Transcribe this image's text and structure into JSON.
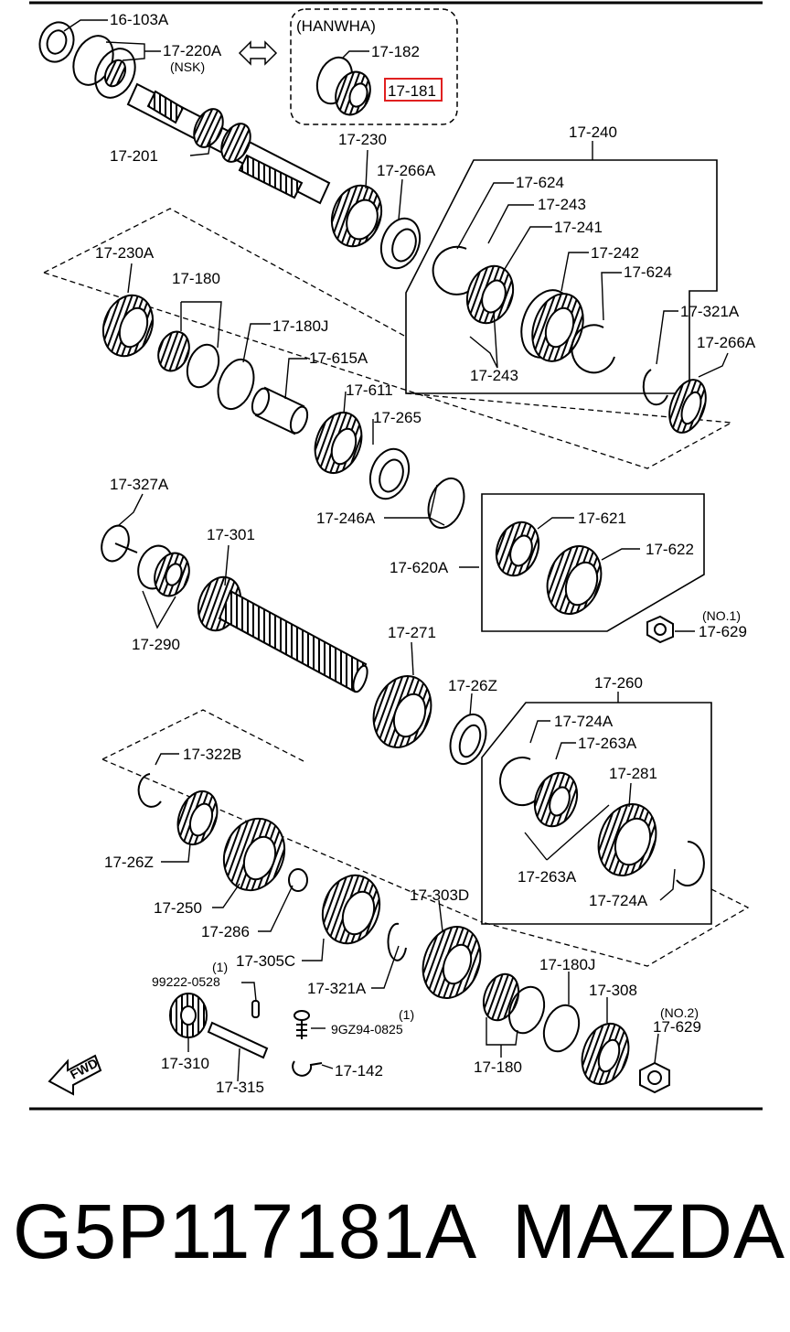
{
  "caption": {
    "part_number": "G5P117181A",
    "brand": "MAZDA"
  },
  "highlight": {
    "part": "17-181",
    "color": "#e02020"
  },
  "groups": {
    "hanwha": "(HANWHA)",
    "nsk": "(NSK)",
    "no1": "(NO.1)",
    "no2": "(NO.2)",
    "qty1": "(1)"
  },
  "fwd": "FWD",
  "labels": {
    "p16_103A": "16-103A",
    "p17_220A": "17-220A",
    "p17_182": "17-182",
    "p17_181": "17-181",
    "p17_201": "17-201",
    "p17_230": "17-230",
    "p17_266A": "17-266A",
    "p17_240": "17-240",
    "p17_624a": "17-624",
    "p17_243a": "17-243",
    "p17_241": "17-241",
    "p17_242": "17-242",
    "p17_624b": "17-624",
    "p17_243b": "17-243",
    "p17_230A": "17-230A",
    "p17_180a": "17-180",
    "p17_180Ja": "17-180J",
    "p17_615A": "17-615A",
    "p17_611": "17-611",
    "p17_265": "17-265",
    "p17_321Aa": "17-321A",
    "p17_266Ab": "17-266A",
    "p17_246A": "17-246A",
    "p17_327A": "17-327A",
    "p17_301": "17-301",
    "p17_290": "17-290",
    "p17_621": "17-621",
    "p17_622": "17-622",
    "p17_620A": "17-620A",
    "p17_629a": "17-629",
    "p17_271": "17-271",
    "p17_26Za": "17-26Z",
    "p17_260": "17-260",
    "p17_724Aa": "17-724A",
    "p17_263Aa": "17-263A",
    "p17_281": "17-281",
    "p17_263Ab": "17-263A",
    "p17_724Ab": "17-724A",
    "p17_322B": "17-322B",
    "p17_26Zb": "17-26Z",
    "p17_250": "17-250",
    "p17_286": "17-286",
    "p17_305C": "17-305C",
    "p17_303D": "17-303D",
    "p17_180Jb": "17-180J",
    "p99222": "99222-0528",
    "p17_321Ab": "17-321A",
    "p17_308": "17-308",
    "p9GZ94": "9GZ94-0825",
    "p17_629b": "17-629",
    "p17_310": "17-310",
    "p17_142": "17-142",
    "p17_315": "17-315",
    "p17_180b": "17-180"
  }
}
